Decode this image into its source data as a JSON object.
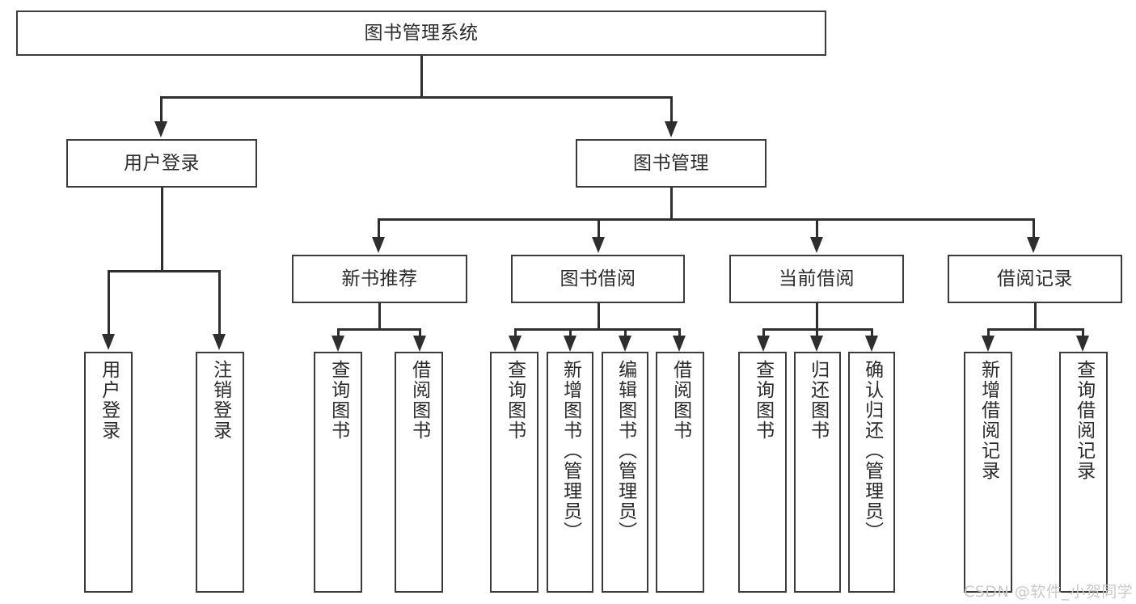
{
  "diagram": {
    "type": "tree",
    "title": "图书管理系统",
    "root": {
      "label": "图书管理系统"
    },
    "level2": [
      {
        "label": "用户登录"
      },
      {
        "label": "图书管理"
      }
    ],
    "level3": [
      {
        "label": "新书推荐"
      },
      {
        "label": "图书借阅"
      },
      {
        "label": "当前借阅"
      },
      {
        "label": "借阅记录"
      }
    ],
    "leaves": {
      "user_login": [
        {
          "label": "用户登录"
        },
        {
          "label": "注销登录"
        }
      ],
      "new_book": [
        {
          "label": "查询图书"
        },
        {
          "label": "借阅图书"
        }
      ],
      "book_borrow": [
        {
          "label": "查询图书"
        },
        {
          "label": "新增图书（管理员）"
        },
        {
          "label": "编辑图书（管理员）"
        },
        {
          "label": "借阅图书"
        }
      ],
      "current_borrow": [
        {
          "label": "查询图书"
        },
        {
          "label": "归还图书"
        },
        {
          "label": "确认归还（管理员）"
        }
      ],
      "borrow_record": [
        {
          "label": "新增借阅记录"
        },
        {
          "label": "查询借阅记录"
        }
      ]
    }
  },
  "watermark": {
    "text": "CSDN @软件_小贺同学"
  },
  "colors": {
    "stroke": "#3b3b3b",
    "connector": "#2e2e2e",
    "text": "#2b2b2b",
    "background": "#ffffff",
    "watermark": "#c9c9c9"
  }
}
